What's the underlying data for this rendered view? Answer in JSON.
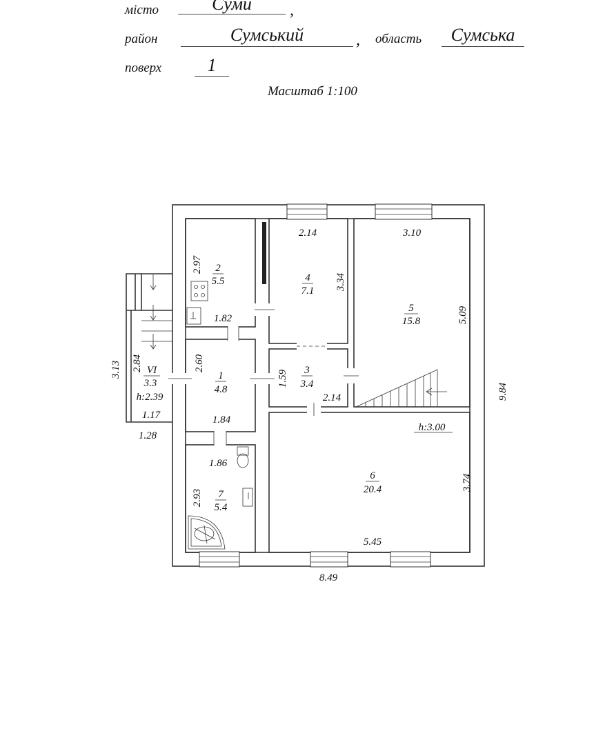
{
  "header": {
    "city_label": "місто",
    "city_value": "Суми",
    "district_label": "район",
    "district_value": "Сумський",
    "region_label": "область",
    "region_value": "Сумська",
    "floor_label": "поверх",
    "floor_value": "1",
    "comma": ",",
    "scale": "Масштаб 1:100"
  },
  "plan": {
    "overall_width": "8.49",
    "overall_height": "9.84",
    "rooms": [
      {
        "num": "1",
        "area": "4.8"
      },
      {
        "num": "2",
        "area": "5.5"
      },
      {
        "num": "3",
        "area": "3.4"
      },
      {
        "num": "4",
        "area": "7.1"
      },
      {
        "num": "5",
        "area": "15.8"
      },
      {
        "num": "6",
        "area": "20.4"
      },
      {
        "num": "7",
        "area": "5.4"
      },
      {
        "num": "VI",
        "area": "3.3"
      }
    ],
    "heights": {
      "main": "h:3.00",
      "porch": "h:2.39"
    },
    "dims": {
      "r2_h": "2.97",
      "r2_w": "1.82",
      "r4_w": "2.14",
      "r4_h": "3.34",
      "r5_w": "3.10",
      "r5_h": "5.09",
      "r1_h": "2.60",
      "r1_w": "1.84",
      "r3_h": "1.59",
      "r3_w": "2.14",
      "r6_w": "5.45",
      "r6_h": "3.74",
      "r7_w": "1.86",
      "r7_h": "2.93",
      "vi_h": "2.84",
      "vi_w": "1.17",
      "porch_outer_h": "3.13",
      "porch_outer_w": "1.28"
    }
  }
}
